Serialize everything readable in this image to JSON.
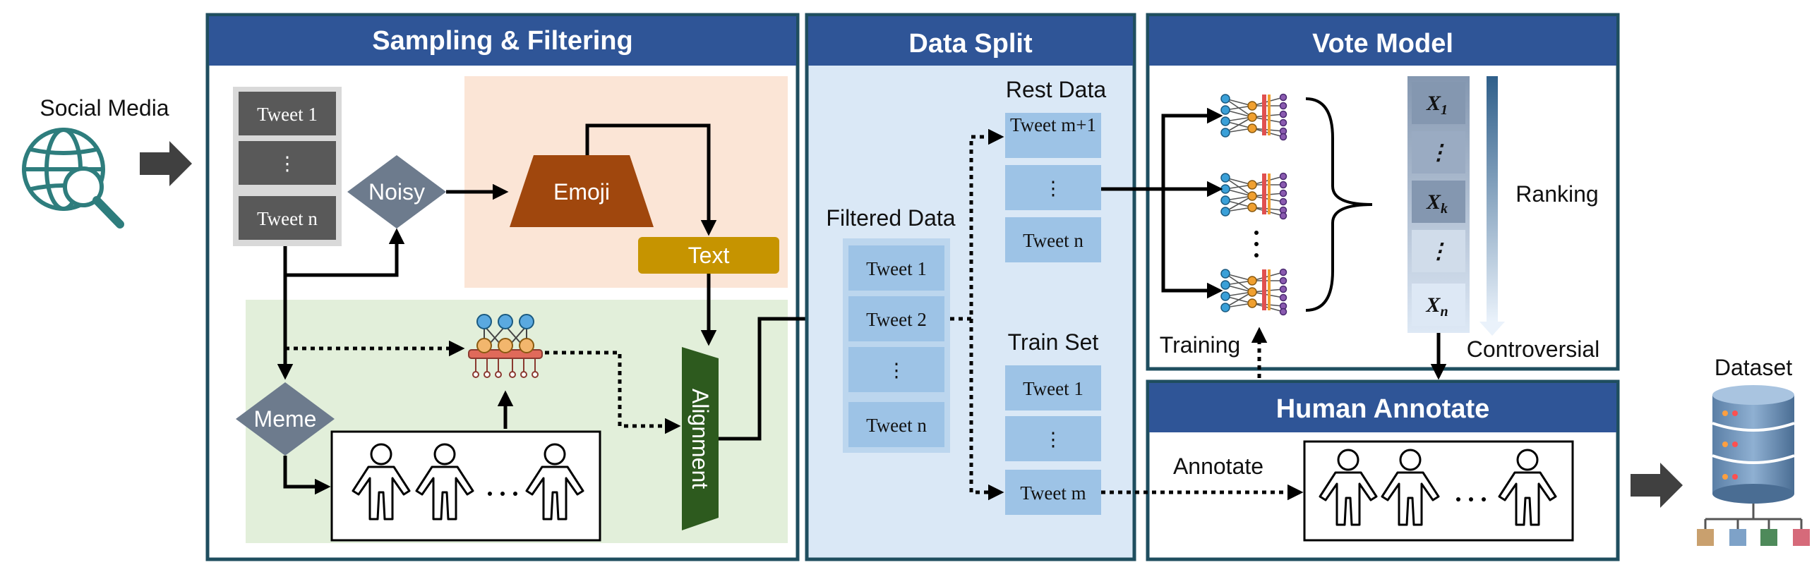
{
  "inputs": {
    "source_label": "Social Media",
    "output_label": "Dataset"
  },
  "sampling": {
    "title": "Sampling & Filtering",
    "tweets": [
      "Tweet 1",
      "⋮",
      "Tweet n"
    ],
    "noisy": "Noisy",
    "emoji": "Emoji",
    "text": "Text",
    "meme": "Meme",
    "alignment": "Alignment"
  },
  "split": {
    "title": "Data Split",
    "filtered_label": "Filtered Data",
    "filtered": [
      "Tweet 1",
      "Tweet 2",
      "⋮",
      "Tweet n"
    ],
    "rest_label": "Rest Data",
    "rest": [
      "Tweet m+1",
      "⋮",
      "Tweet n"
    ],
    "train_label": "Train Set",
    "train": [
      "Tweet 1",
      "⋮",
      "Tweet m"
    ]
  },
  "vote": {
    "title": "Vote Model",
    "training": "Training",
    "ranking": "Ranking",
    "controversial": "Controversial",
    "ranked": [
      {
        "base": "X",
        "sub": "1"
      },
      {
        "base": "⋮",
        "sub": ""
      },
      {
        "base": "X",
        "sub": "k"
      },
      {
        "base": "⋮",
        "sub": ""
      },
      {
        "base": "X",
        "sub": "n"
      }
    ]
  },
  "human": {
    "title": "Human Annotate",
    "annotate": "Annotate"
  },
  "colors": {
    "header": "#2f5597",
    "panel_border": "#1f4e5f",
    "tweet_dark": "#595959",
    "tweet_light": "#9dc3e6",
    "noisy": "#6d7b8d",
    "emoji": "#a0470d",
    "text": "#c69400",
    "alignment": "#2d5a1e",
    "peach": "#fbe5d6",
    "green_bg": "#e2efda",
    "split_bg": "#dae8f6",
    "teal_icon": "#2e7d7d"
  },
  "icons": [
    "globe-search-icon",
    "neural-net-icon",
    "person-icon",
    "database-icon",
    "right-arrow-icon"
  ]
}
